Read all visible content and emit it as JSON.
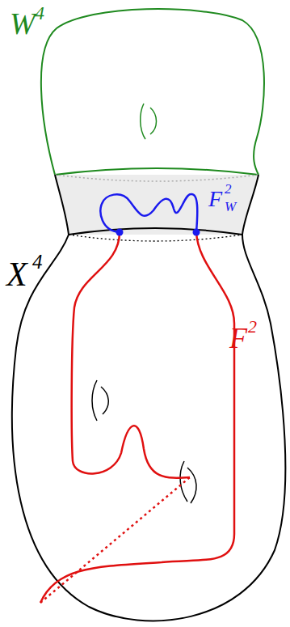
{
  "diagram": {
    "labels": [
      "W",
      "4",
      "X",
      "4",
      "F",
      "2",
      "F",
      "2",
      "W"
    ]
  }
}
